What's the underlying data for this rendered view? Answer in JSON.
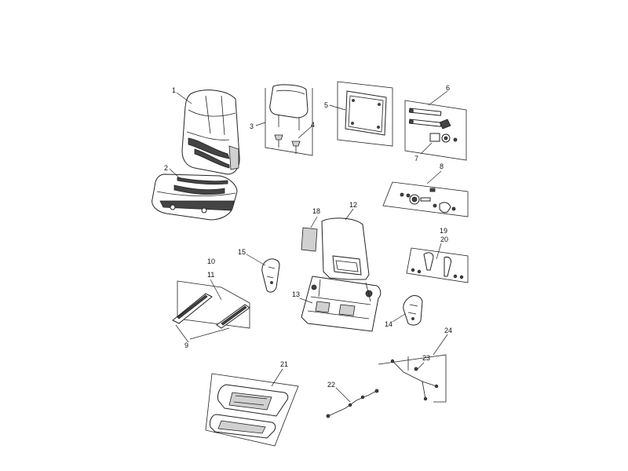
{
  "callouts": [
    "1",
    "2",
    "3",
    "4",
    "5",
    "6",
    "7",
    "8",
    "9",
    "10",
    "11",
    "12",
    "13",
    "14",
    "15",
    "18",
    "19",
    "20",
    "21",
    "22",
    "23",
    "24"
  ]
}
